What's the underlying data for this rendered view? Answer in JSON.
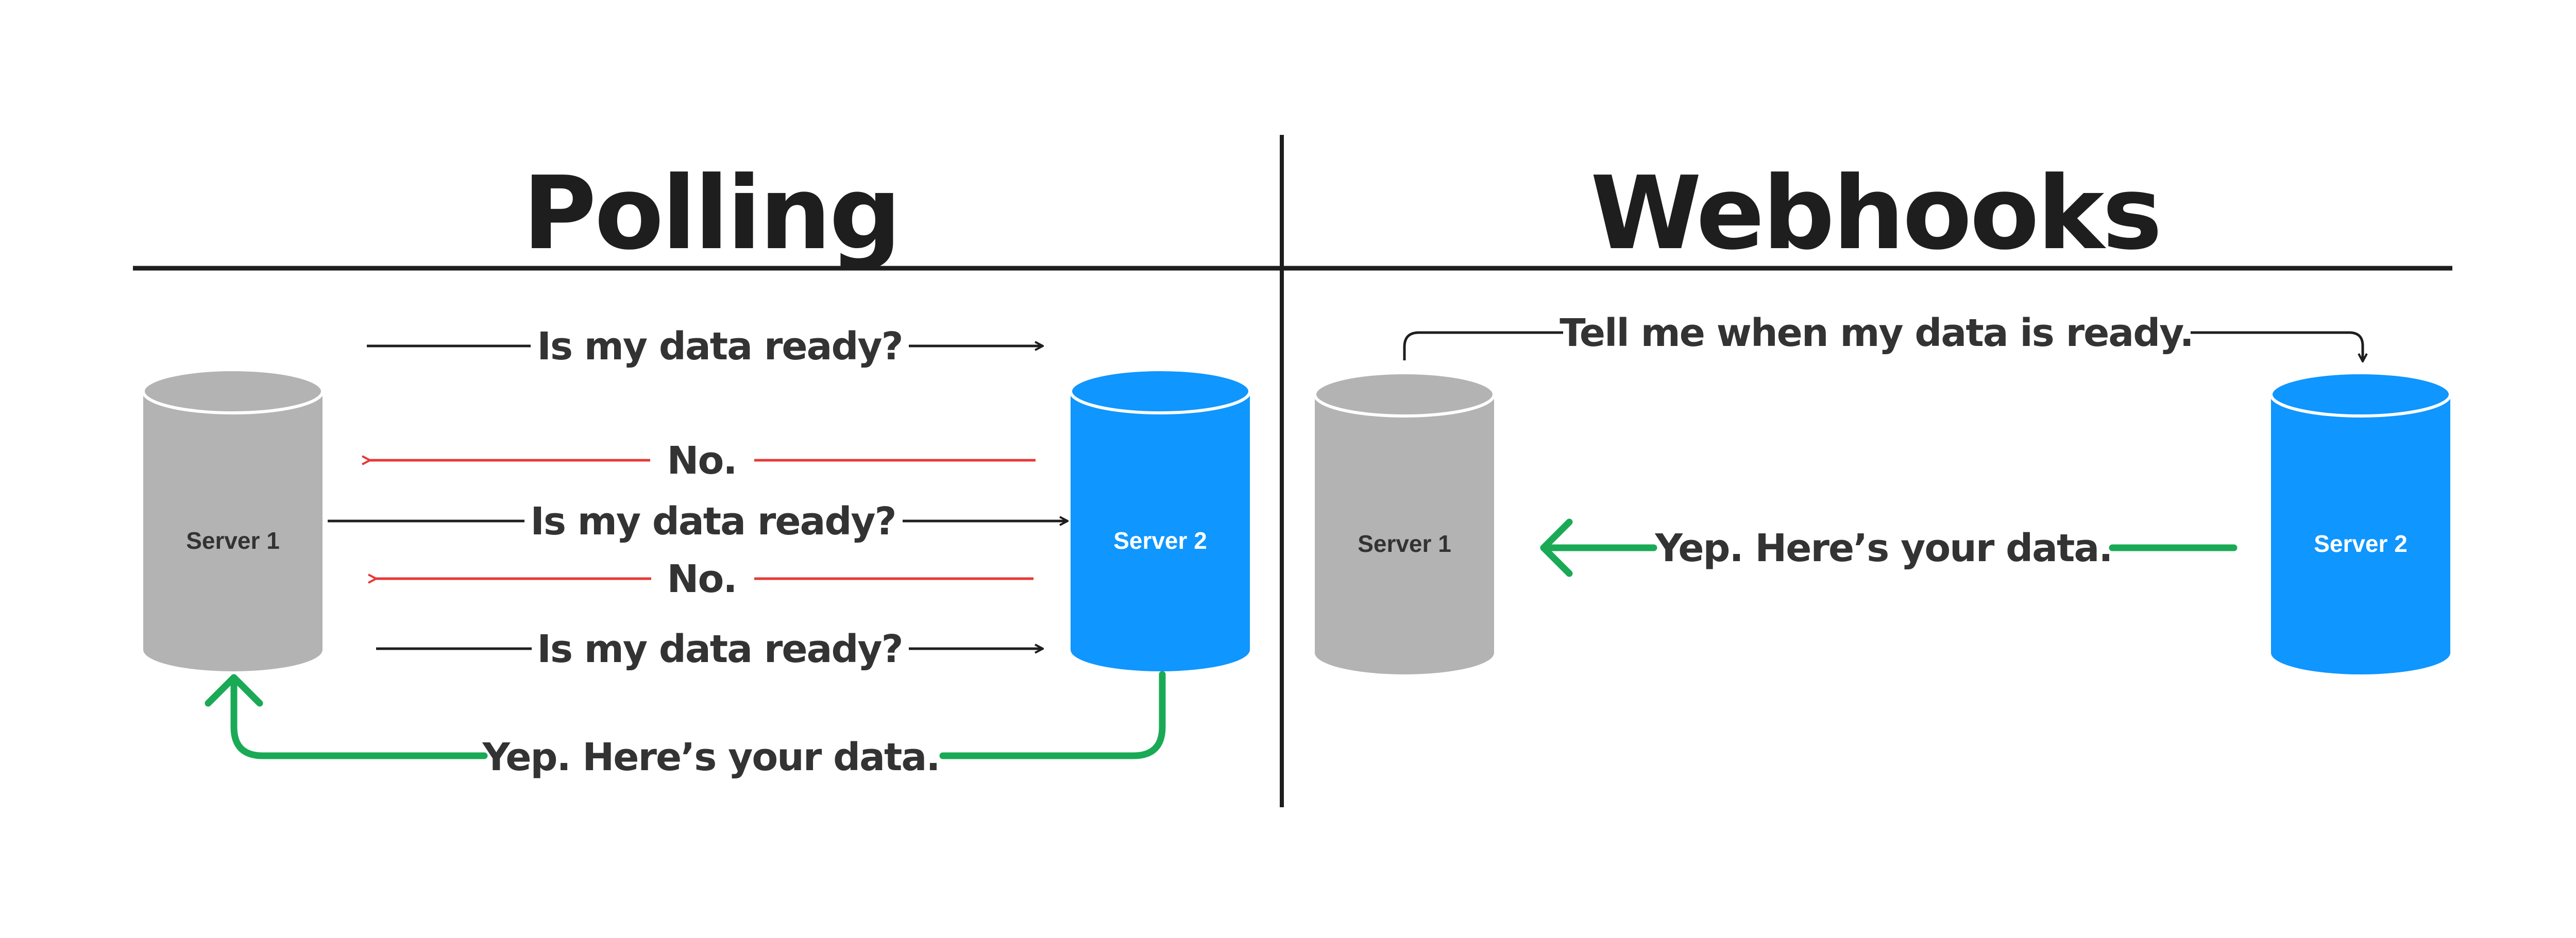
{
  "colors": {
    "black": "#1e1e1e",
    "red": "#e53935",
    "green": "#1aaa55",
    "gray_db": "#b3b3b3",
    "blue_db": "#0f96ff"
  },
  "polling": {
    "title": "Polling",
    "server_left": "Server 1",
    "server_right": "Server 2",
    "messages": [
      "Is my data ready?",
      "No.",
      "Is my data ready?",
      "No.",
      "Is my data ready?",
      "Yep. Here’s your data."
    ]
  },
  "webhooks": {
    "title": "Webhooks",
    "server_left": "Server 1",
    "server_right": "Server 2",
    "messages": [
      "Tell me when my data is ready.",
      "Yep. Here’s your data."
    ]
  }
}
